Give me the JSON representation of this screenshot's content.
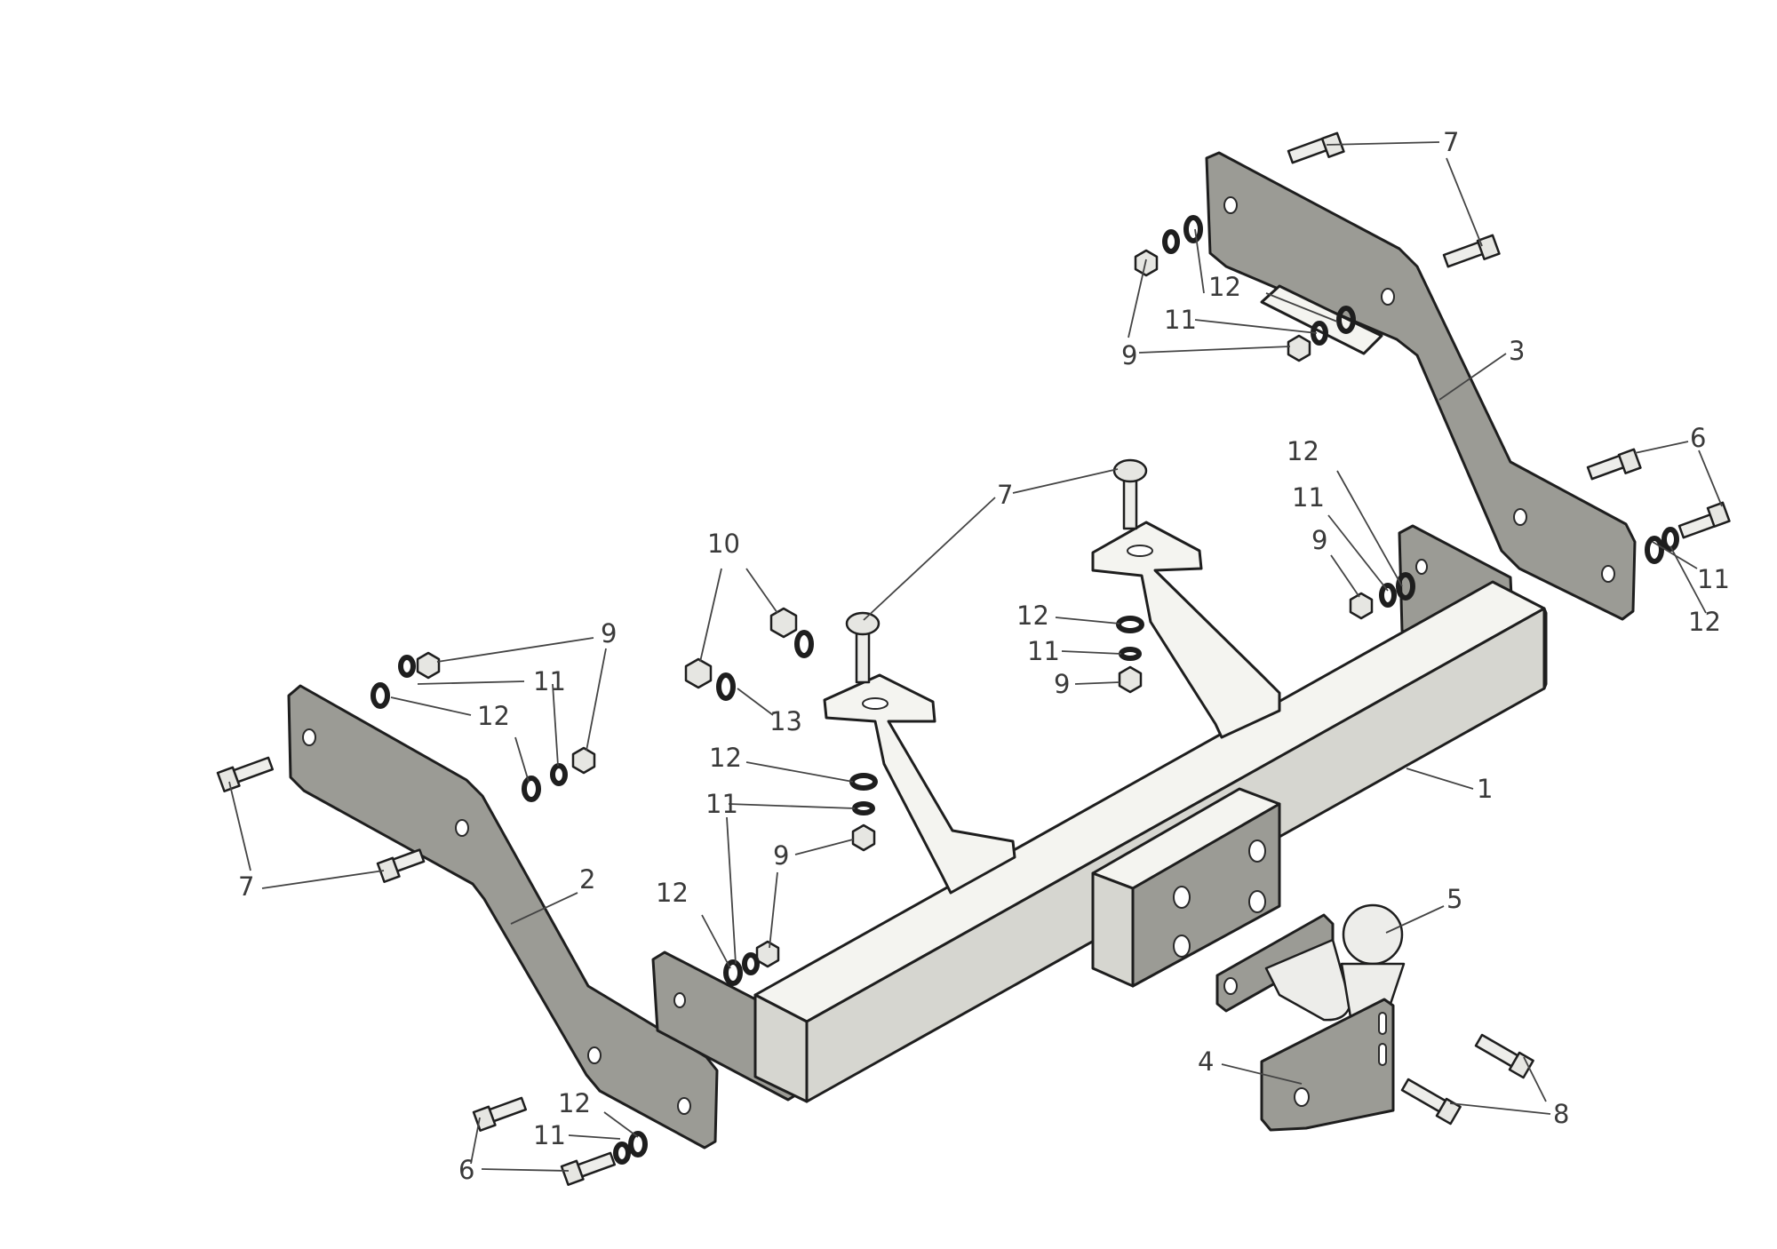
{
  "part_labels": {
    "p1": "1",
    "p2": "2",
    "p3": "3",
    "p4": "4",
    "p5": "5",
    "p6": "6",
    "p7": "7",
    "p8": "8",
    "p9": "9",
    "p10": "10",
    "p11": "11",
    "p12": "12",
    "p13": "13"
  }
}
